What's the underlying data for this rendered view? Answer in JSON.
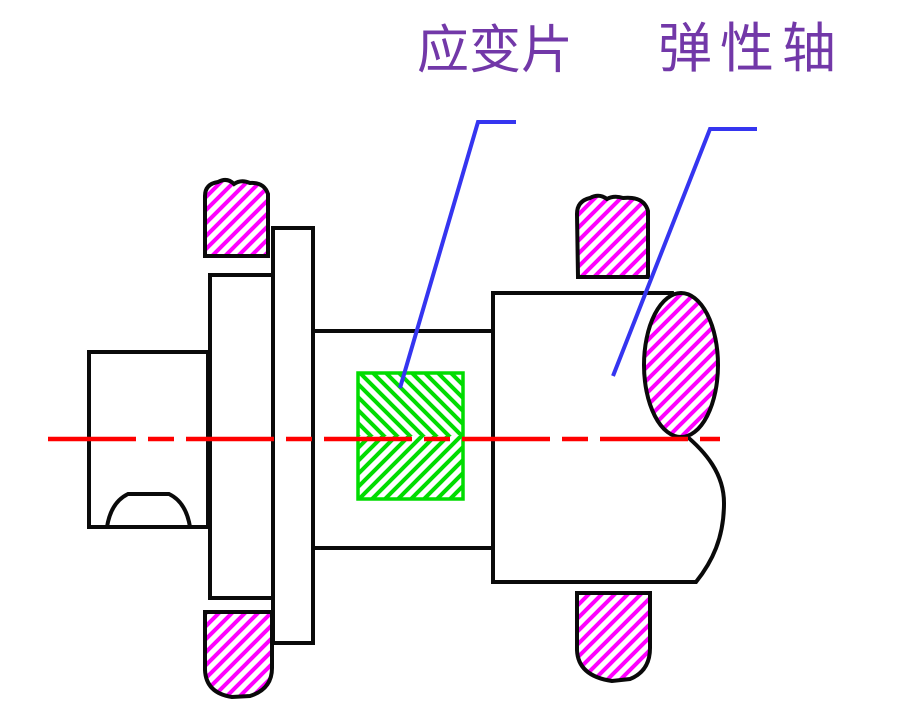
{
  "figure": {
    "type": "engineering-section-drawing",
    "subject": "strain-gauge torque sensor shaft assembly, cross-section view",
    "labels": {
      "strain_gauge": "应变片",
      "elastic_shaft": "弹性轴"
    },
    "colors": {
      "background": "#FFFFFF",
      "outline_black": "#0A0A0A",
      "centerline_red": "#FF0000",
      "leader_blue": "#3535F0",
      "bearing_hatch_magenta": "#FF00FF",
      "strain_gauge_green": "#00DC00",
      "label_purple": "#7238A8"
    },
    "line_styles": {
      "centerline": "long-short dash (chain line)",
      "outlines": "solid",
      "hatching": "45-degree section hatch; strain gauge drawn as right-pointing chevron zigzag"
    }
  }
}
